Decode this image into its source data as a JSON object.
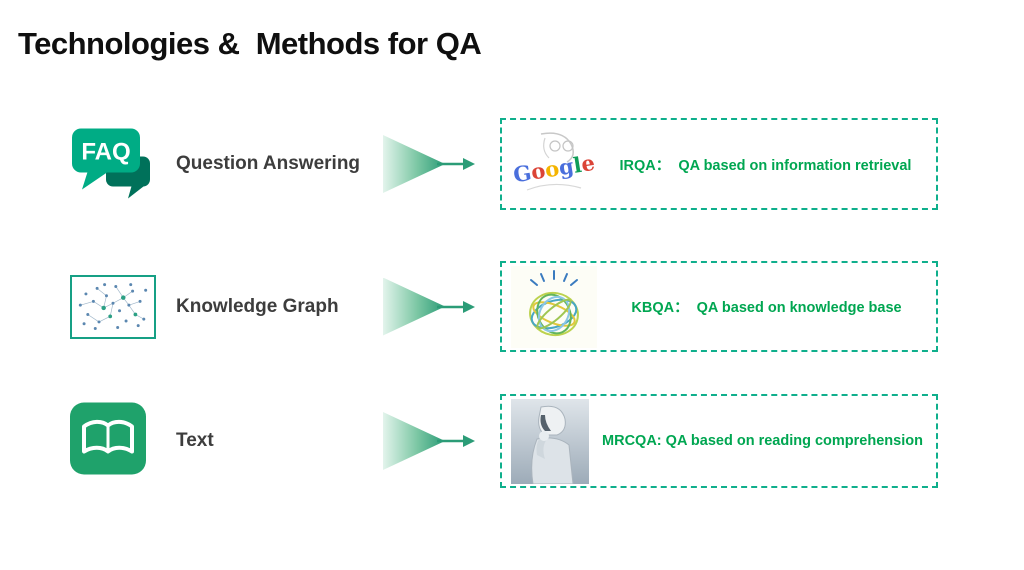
{
  "slide": {
    "title": "Technologies &  Methods for QA"
  },
  "rows": [
    {
      "icon": "faq-chat-bubbles",
      "icon_text": "FAQ",
      "label": "Question Answering",
      "image": "google-sketch-logo",
      "result": "IRQA：  QA based on information retrieval"
    },
    {
      "icon": "knowledge-graph-scatter",
      "label": "Knowledge Graph",
      "image": "watson-globe",
      "result": "KBQA：  QA based on knowledge base"
    },
    {
      "icon": "open-book",
      "label": "Text",
      "image": "thinking-robot",
      "result": "MRCQA: QA based on reading comprehension"
    }
  ],
  "google_logo": {
    "letters": [
      "G",
      "o",
      "o",
      "g",
      "l",
      "e"
    ],
    "letter_colors": [
      "#4a6fdc",
      "#db4437",
      "#f4b400",
      "#4a6fdc",
      "#0f9d58",
      "#db4437"
    ]
  },
  "colors": {
    "accent_green": "#00AC85",
    "accent_green_dark": "#00715A",
    "result_text_green": "#00A651",
    "dashed_border": "#0FAF8C",
    "label_text": "#3D3D3D",
    "arrow_green": "#2B9C77",
    "book_icon_green": "#1FA26B",
    "kg_frame_green": "#16A085"
  }
}
